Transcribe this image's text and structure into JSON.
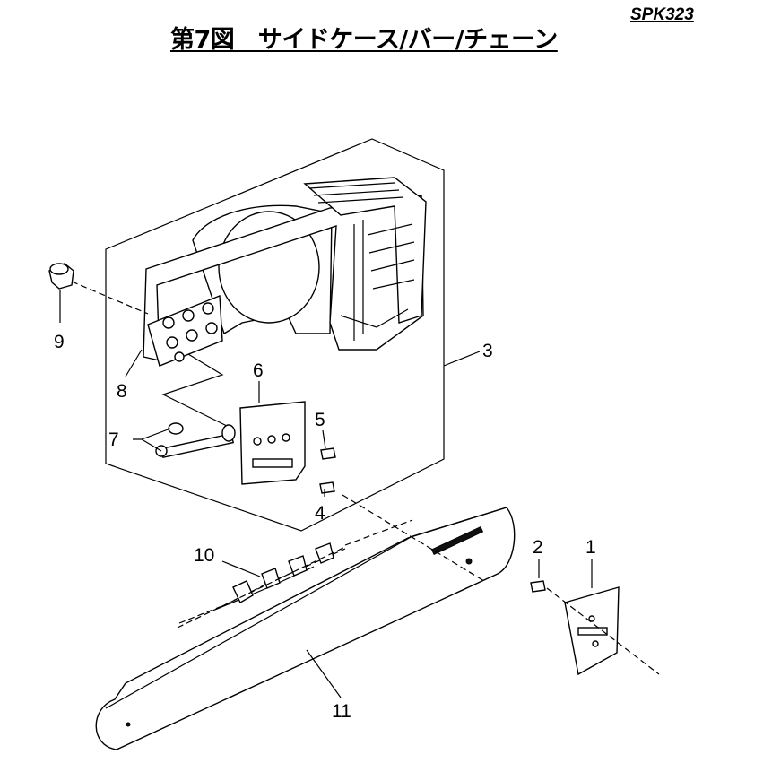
{
  "header": {
    "model_code": "SPK323",
    "title": "第7図　サイドケース/バー/チェーン"
  },
  "callouts": [
    "1",
    "2",
    "3",
    "4",
    "5",
    "6",
    "7",
    "8",
    "9",
    "10",
    "11"
  ]
}
